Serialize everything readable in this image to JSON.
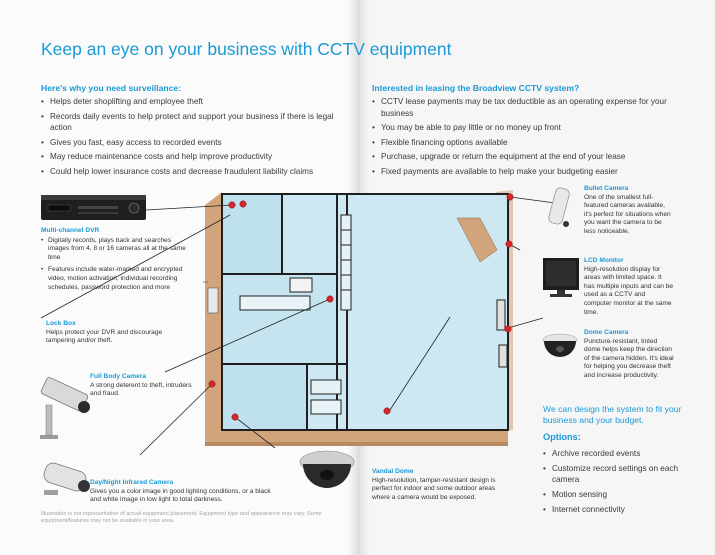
{
  "title": "Keep an eye on your business with CCTV  equipment",
  "left_column": {
    "heading": "Here's why you need surveillance:",
    "items": [
      "Helps deter shoplifting and employee theft",
      "Records daily events to help protect and support your business if there is legal action",
      "Gives you fast, easy access to recorded events",
      "May reduce maintenance costs and help improve productivity",
      "Could help lower insurance costs and decrease fraudulent liability claims"
    ]
  },
  "right_column": {
    "heading": "Interested in leasing the Broadview CCTV system?",
    "items": [
      "CCTV lease payments may be tax deductible as an operating expense for your business",
      "You may be able to pay little or no money up front",
      "Flexible financing options available",
      "Purchase, upgrade or return the equipment at the end of your lease",
      "Fixed payments are available to help make your budgeting easier"
    ]
  },
  "callouts": {
    "dvr": {
      "title": "Multi-channel DVR",
      "items": [
        "Digitally records, plays back and searches images from 4, 8 or 16 cameras all at the same time",
        "Features include water-marked and encrypted video, motion activation, individual recording schedules, password protection and more"
      ]
    },
    "lockbox": {
      "title": "Lock Box",
      "text": "Helps protect your DVR and discourage tampering and/or theft."
    },
    "fullbody": {
      "title": "Full Body Camera",
      "text": "A strong deterent to theft, intruders and fraud."
    },
    "daynight": {
      "title": "Day/Night Infrared Camera",
      "text": "Gives you a color image in good lighting conditions, or a black and white image in low light to total darkness."
    },
    "vandal": {
      "title": "Vandal Dome",
      "text": "High-resolution, tamper-resistant design is perfect for indoor and some outdoor areas where a camera would be exposed."
    },
    "bullet": {
      "title": "Bullet Camera",
      "text": "One of the smallest full-featured cameras available, it's perfect for situations when you want the camera to be less noticeable."
    },
    "lcd": {
      "title": "LCD Monitor",
      "text": "High-resolution display for areas with limited space. It has multiple inputs and can be used as a CCTV and computer monitor at the same time."
    },
    "dome": {
      "title": "Dome Camera",
      "text": "Puncture-resistant, tinted dome helps keep the direction of the camera hidden. It's ideal for helping you decrease theft and increase productivity."
    }
  },
  "promo": "We can design the system to fit your business and your budget.",
  "options": {
    "heading": "Options:",
    "items": [
      "Archive recorded events",
      "Customize record settings on each camera",
      "Motion sensing",
      "Internet connectivity"
    ]
  },
  "disclaimer": "Illustration is not representative of actual equipment placement. Equipment type and appearance may vary. Some equipment/features may not be available in your area.",
  "colors": {
    "accent": "#1b9ad6",
    "marker": "#d8242b",
    "wall": "#d2a47c",
    "floor": "#cde8f2"
  }
}
